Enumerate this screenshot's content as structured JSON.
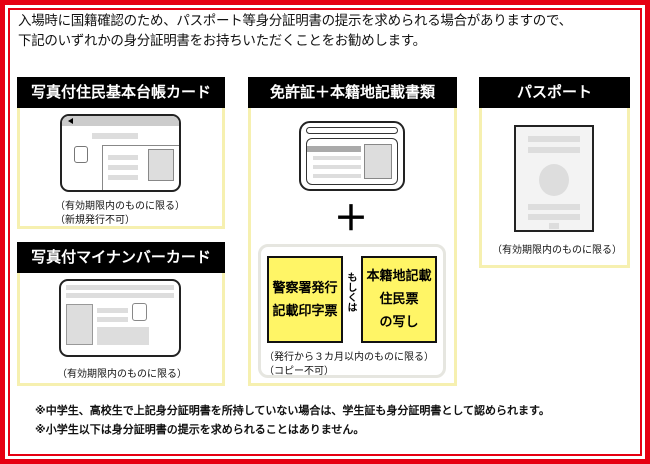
{
  "intro": {
    "line1": "入場時に国籍確認のため、パスポート等身分証明書の提示を求められる場合がありますので、",
    "line2": "下記のいずれかの身分証明書をお持ちいただくことをお勧めします。"
  },
  "cards": {
    "juki": {
      "title": "写真付住民基本台帳カード",
      "note1": "（有効期限内のものに限る）",
      "note2": "（新規発行不可）"
    },
    "license": {
      "title": "免許証＋本籍地記載書類",
      "plus": "＋",
      "doc1": "警察署発行\n記載印字票",
      "or": "もしくは",
      "doc2": "本籍地記載\n住民票\nの写し",
      "note1": "（発行から３カ月以内のものに限る）",
      "note2": "（コピー不可）"
    },
    "passport": {
      "title": "パスポート",
      "note1": "（有効期限内のものに限る）"
    },
    "mynumber": {
      "title": "写真付マイナンバーカード",
      "note1": "（有効期限内のものに限る）"
    }
  },
  "footnotes": [
    "※中学生、高校生で上記身分証明書を所持していない場合は、学生証も身分証明書として認められます。",
    "※小学生以下は身分証明書の提示を求められることはありません。"
  ]
}
